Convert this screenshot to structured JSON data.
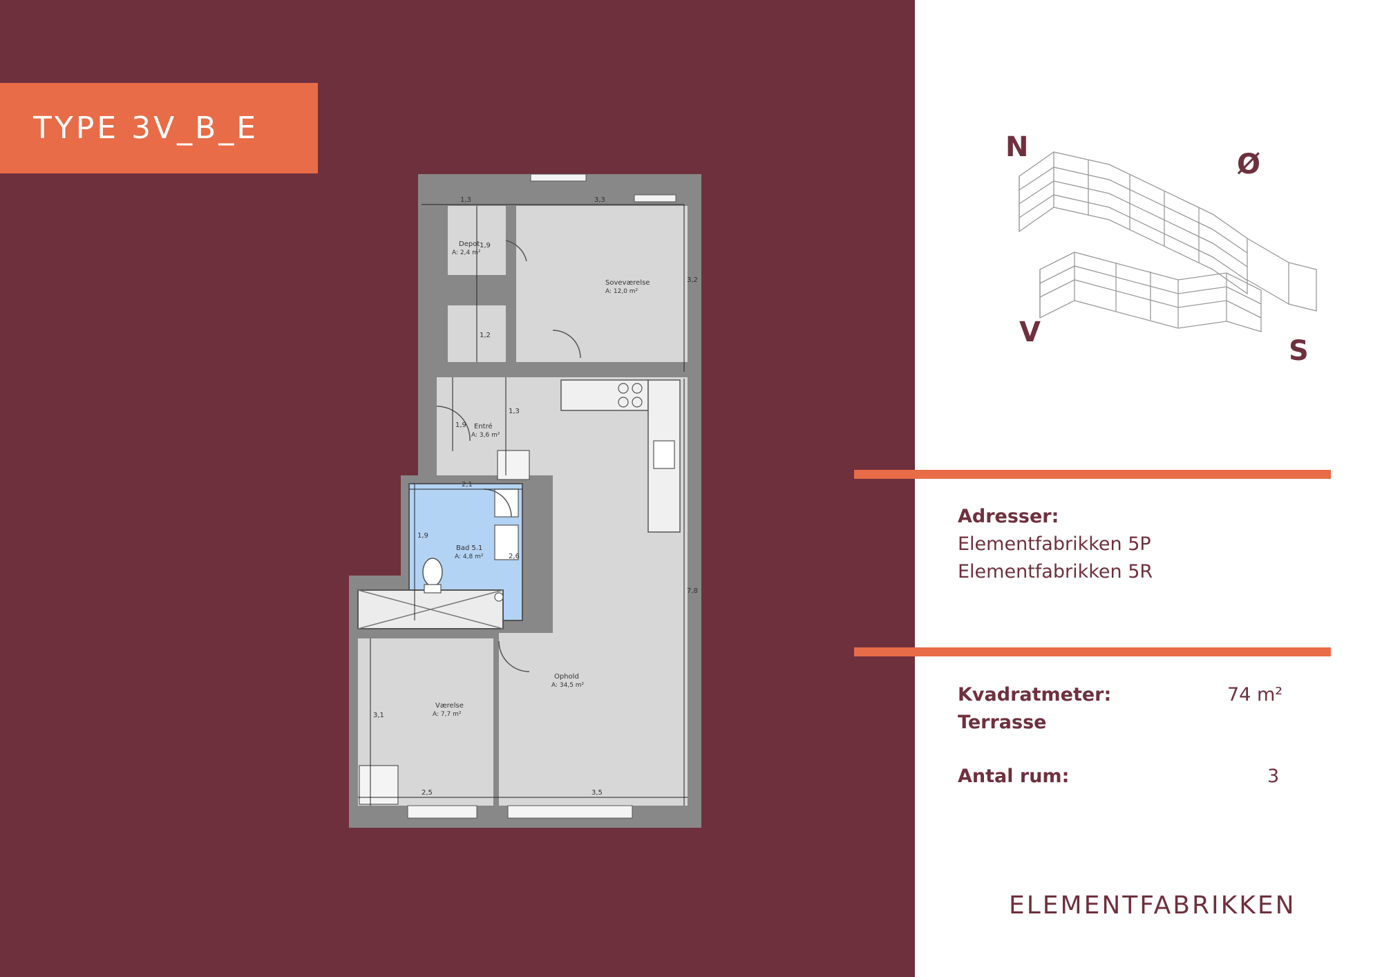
{
  "type_label": "TYPE 3V_B_E",
  "compass": {
    "n": "N",
    "o": "Ø",
    "v": "V",
    "s": "S"
  },
  "floorplan": {
    "rooms": [
      {
        "name": "Depot",
        "area": "A: 2,4 m²"
      },
      {
        "name": "Soveværelse",
        "area": "A: 12,0 m²"
      },
      {
        "name": "Entré",
        "area": "A: 3,6 m²"
      },
      {
        "name": "Bad 5.1",
        "area": "A: 4,8 m²"
      },
      {
        "name": "Ophold",
        "area": "A: 34,5 m²"
      },
      {
        "name": "Værelse",
        "area": "A: 7,7 m²"
      }
    ],
    "dimensions": [
      "1,3",
      "3,3",
      "1,9",
      "3,2",
      "1,2",
      "1,9",
      "1,3",
      "2,1",
      "1,9",
      "2,6",
      "7,8",
      "3,1",
      "2,5",
      "3,5"
    ]
  },
  "info": {
    "addresses_label": "Adresser:",
    "addresses": [
      "Elementfabrikken 5P",
      "Elementfabrikken 5R"
    ],
    "sqm_label": "Kvadratmeter:",
    "sqm_value": "74 m²",
    "terrace_label": "Terrasse",
    "rooms_label": "Antal rum:",
    "rooms_value": "3"
  },
  "brand": "ELEMENTFABRIKKEN",
  "colors": {
    "maroon": "#6f303e",
    "orange": "#e86c47",
    "bath_blue": "#b3d3f5",
    "floor_grey": "#d7d7d7",
    "wall": "#888888"
  }
}
